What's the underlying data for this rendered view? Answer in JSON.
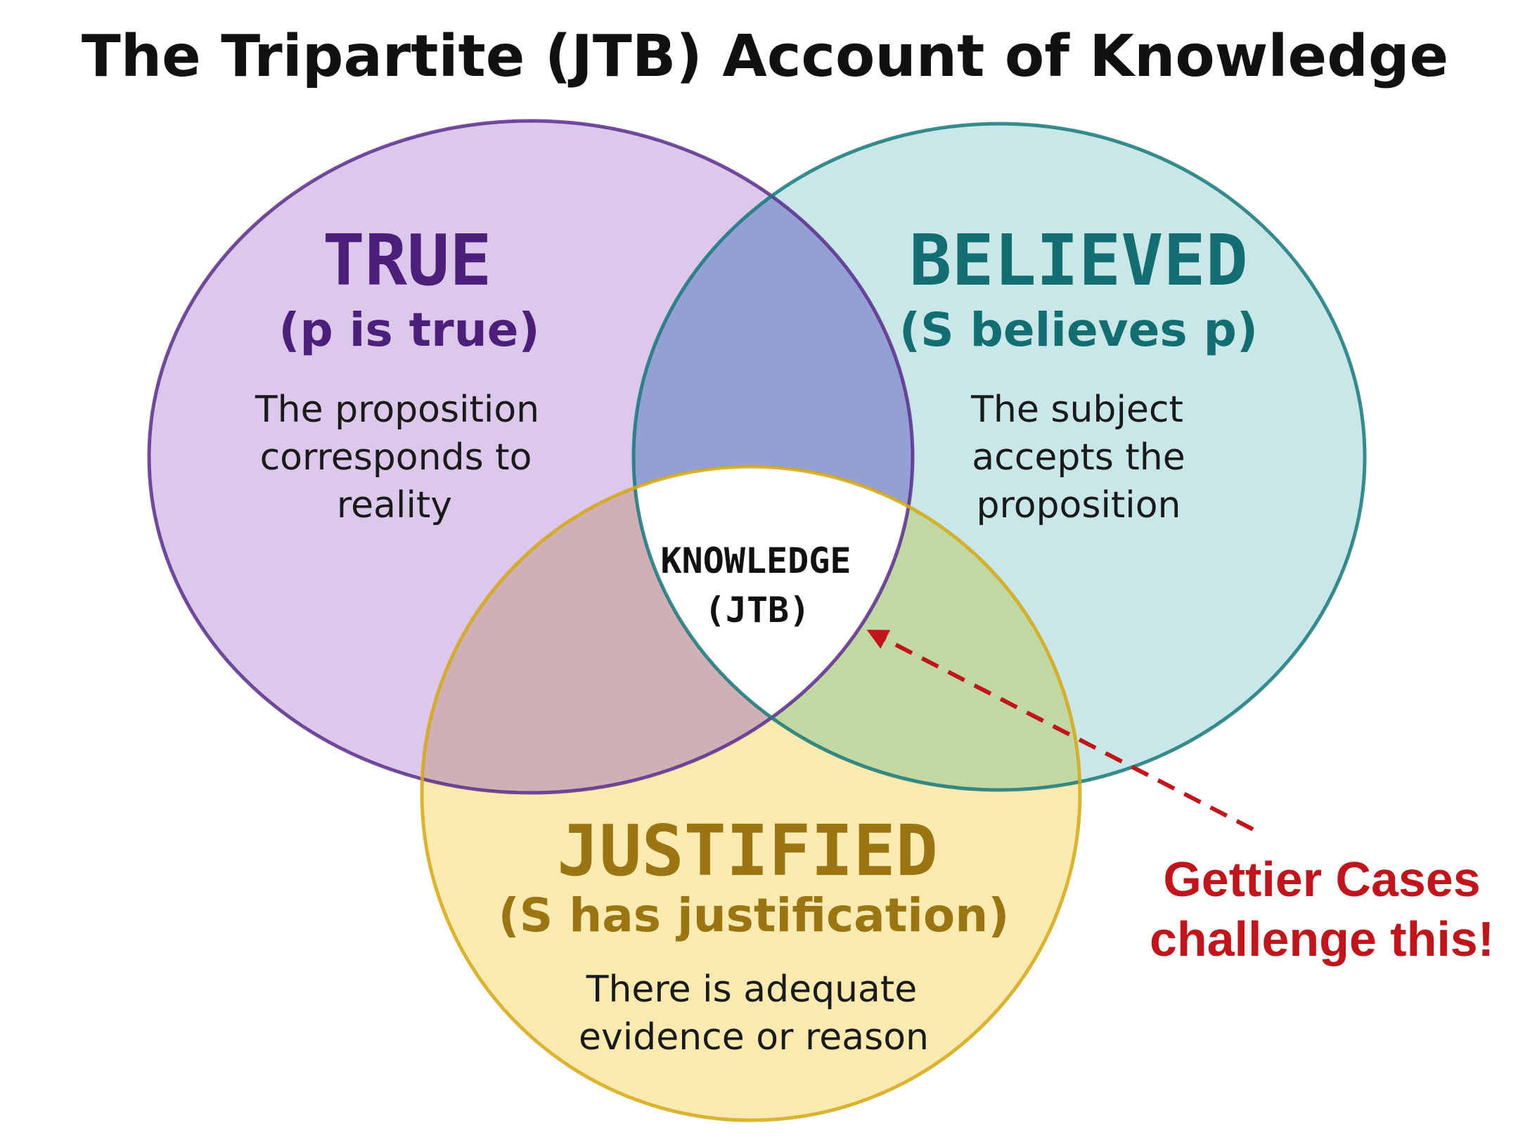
{
  "title": "The Tripartite (JTB) Account of Knowledge",
  "colors": {
    "true_fill": "#dcc8ea",
    "true_stroke": "#5a2d8c",
    "true_text": "#4b1f7a",
    "believed_fill": "#c9e7e8",
    "believed_stroke": "#17787a",
    "believed_text": "#126e70",
    "justified_fill": "#fbeab0",
    "justified_stroke": "#d4a814",
    "justified_text": "#9a7512",
    "true_believed_overlap": "#94a0d4",
    "true_justified_overlap": "#d1afb6",
    "believed_justified_overlap": "#c2d8a2",
    "center_fill": "#ffffff",
    "callout": "#c0161b"
  },
  "circles": {
    "true": {
      "heading": "TRUE",
      "subheading": "(p is true)",
      "description": [
        "The proposition",
        "corresponds to",
        "reality"
      ]
    },
    "believed": {
      "heading": "BELIEVED",
      "subheading": "(S believes p)",
      "description": [
        "The subject",
        "accepts the",
        "proposition"
      ]
    },
    "justified": {
      "heading": "JUSTIFIED",
      "subheading": "(S has justification)",
      "description": [
        "There is adequate",
        "evidence or reason"
      ]
    }
  },
  "center": {
    "line1": "KNOWLEDGE",
    "line2": "(JTB)"
  },
  "callout": {
    "line1": "Gettier Cases",
    "line2": "challenge this!"
  }
}
